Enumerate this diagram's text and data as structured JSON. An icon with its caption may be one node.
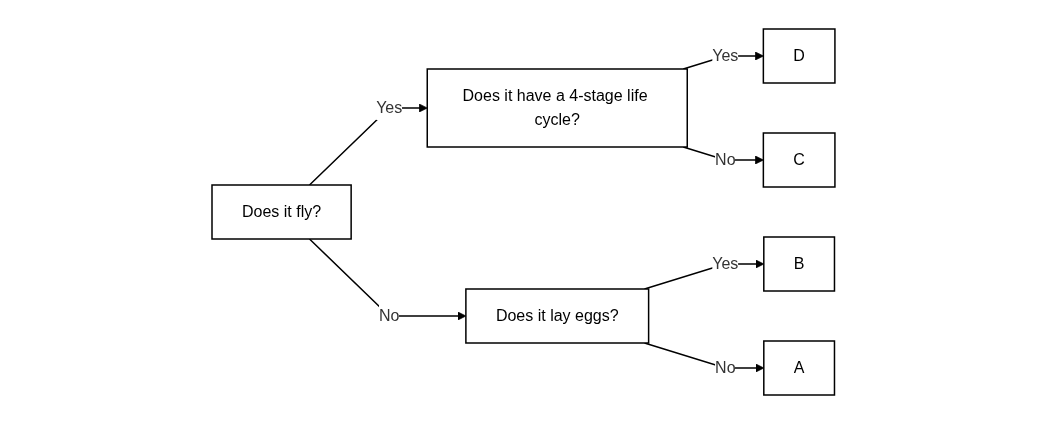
{
  "diagram": {
    "nodes": [
      {
        "text": [
          "Does it fly?"
        ]
      },
      {
        "text": [
          "Does it have a 4-stage life cycle?"
        ]
      },
      {
        "text": [
          "D"
        ]
      },
      {
        "text": [
          "Does it lay eggs?"
        ]
      },
      {
        "text": [
          "B"
        ]
      },
      {
        "text": [
          "C"
        ]
      },
      {
        "text": [
          "A"
        ]
      }
    ],
    "edges": [
      {
        "from": 0,
        "to": 1,
        "arrow": "to",
        "label": "Yes"
      },
      {
        "from": 1,
        "to": 2,
        "arrow": "to",
        "label": "Yes"
      },
      {
        "from": 0,
        "to": 3,
        "arrow": "to",
        "label": "No"
      },
      {
        "from": 3,
        "to": 4,
        "arrow": "to",
        "label": "Yes"
      },
      {
        "from": 1,
        "to": 5,
        "arrow": "to",
        "label": "No"
      },
      {
        "from": 3,
        "to": 6,
        "arrow": "to",
        "label": "No"
      }
    ]
  }
}
